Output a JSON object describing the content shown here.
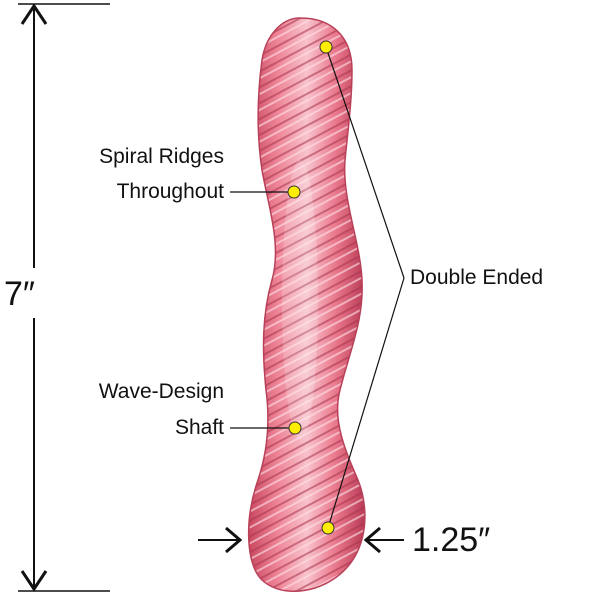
{
  "product": {
    "length_label": "7″",
    "width_label": "1.25″",
    "callouts": {
      "spiral_line1": "Spiral Ridges",
      "spiral_line2": "Throughout",
      "wave_line1": "Wave-Design",
      "wave_line2": "Shaft",
      "double_ended": "Double Ended"
    }
  },
  "colors": {
    "glass_pink": "#e86a82",
    "glass_light": "#f6b7c3",
    "marker_yellow": "#ffee00",
    "line": "#111111"
  }
}
